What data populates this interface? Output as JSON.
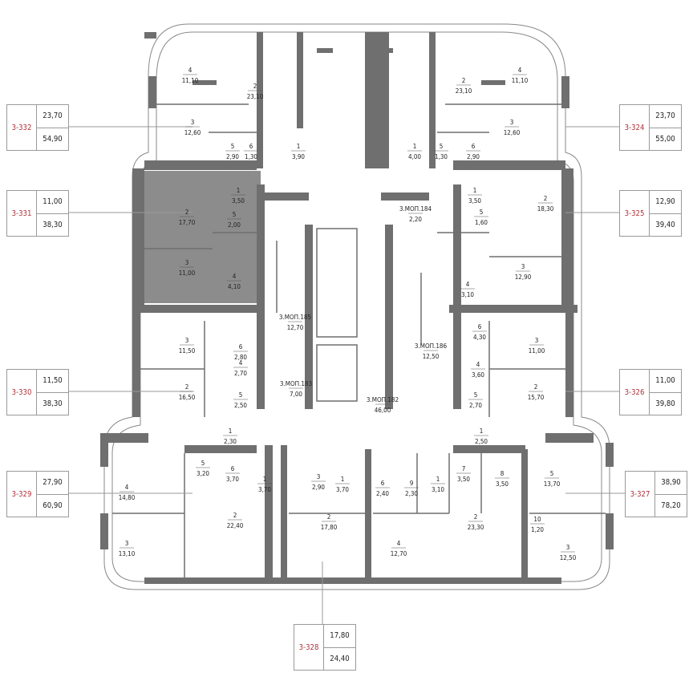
{
  "colors": {
    "wall": "#6f6f6f",
    "highlight": "#8c8c8c",
    "unit_id": "#b0323a",
    "line": "#9a9a9a"
  },
  "highlighted_unit": "3-331",
  "units": [
    {
      "id": "3-332",
      "living": "23,70",
      "total": "54,90"
    },
    {
      "id": "3-331",
      "living": "11,00",
      "total": "38,30"
    },
    {
      "id": "3-330",
      "living": "11,50",
      "total": "38,30"
    },
    {
      "id": "3-329",
      "living": "27,90",
      "total": "60,90"
    },
    {
      "id": "3-324",
      "living": "23,70",
      "total": "55,00"
    },
    {
      "id": "3-325",
      "living": "12,90",
      "total": "39,40"
    },
    {
      "id": "3-326",
      "living": "11,00",
      "total": "39,80"
    },
    {
      "id": "3-327",
      "living": "38,90",
      "total": "78,20"
    },
    {
      "id": "3-328",
      "living": "17,80",
      "total": "24,40"
    }
  ],
  "rooms": [
    {
      "no": "4",
      "area": "11,10"
    },
    {
      "no": "2",
      "area": "23,10"
    },
    {
      "no": "3",
      "area": "12,60"
    },
    {
      "no": "5",
      "area": "2,90"
    },
    {
      "no": "6",
      "area": "1,30"
    },
    {
      "no": "1",
      "area": "3,90"
    },
    {
      "no": "2",
      "area": "23,10"
    },
    {
      "no": "4",
      "area": "11,10"
    },
    {
      "no": "3",
      "area": "12,60"
    },
    {
      "no": "1",
      "area": "4,00"
    },
    {
      "no": "5",
      "area": "1,30"
    },
    {
      "no": "6",
      "area": "2,90"
    },
    {
      "no": "1",
      "area": "3,50"
    },
    {
      "no": "2",
      "area": "17,70"
    },
    {
      "no": "5",
      "area": "2,00"
    },
    {
      "no": "3",
      "area": "11,00"
    },
    {
      "no": "4",
      "area": "4,10"
    },
    {
      "no": "1",
      "area": "3,50"
    },
    {
      "no": "5",
      "area": "1,60"
    },
    {
      "no": "2",
      "area": "18,30"
    },
    {
      "no": "3",
      "area": "12,90"
    },
    {
      "no": "4",
      "area": "3,10"
    },
    {
      "no": "3.МОП.184",
      "area": "2,20"
    },
    {
      "no": "3.МОП.185",
      "area": "12,70"
    },
    {
      "no": "3.МОП.186",
      "area": "12,50"
    },
    {
      "no": "3.МОП.183",
      "area": "7,00"
    },
    {
      "no": "3.МОП.182",
      "area": "46,00"
    },
    {
      "no": "3",
      "area": "11,50"
    },
    {
      "no": "6",
      "area": "2,80"
    },
    {
      "no": "4",
      "area": "2,70"
    },
    {
      "no": "2",
      "area": "16,50"
    },
    {
      "no": "5",
      "area": "2,50"
    },
    {
      "no": "6",
      "area": "4,30"
    },
    {
      "no": "3",
      "area": "11,00"
    },
    {
      "no": "4",
      "area": "3,60"
    },
    {
      "no": "2",
      "area": "15,70"
    },
    {
      "no": "5",
      "area": "2,70"
    },
    {
      "no": "1",
      "area": "2,30"
    },
    {
      "no": "1",
      "area": "2,50"
    },
    {
      "no": "5",
      "area": "3,20"
    },
    {
      "no": "6",
      "area": "3,70"
    },
    {
      "no": "1",
      "area": "3,70"
    },
    {
      "no": "3",
      "area": "2,90"
    },
    {
      "no": "1",
      "area": "3,70"
    },
    {
      "no": "6",
      "area": "2,40"
    },
    {
      "no": "9",
      "area": "2,30"
    },
    {
      "no": "1",
      "area": "3,10"
    },
    {
      "no": "7",
      "area": "3,50"
    },
    {
      "no": "8",
      "area": "3,50"
    },
    {
      "no": "5",
      "area": "13,70"
    },
    {
      "no": "4",
      "area": "14,80"
    },
    {
      "no": "2",
      "area": "22,40"
    },
    {
      "no": "2",
      "area": "17,80"
    },
    {
      "no": "4",
      "area": "12,70"
    },
    {
      "no": "2",
      "area": "23,30"
    },
    {
      "no": "10",
      "area": "1,20"
    },
    {
      "no": "3",
      "area": "13,10"
    },
    {
      "no": "3",
      "area": "12,50"
    }
  ]
}
